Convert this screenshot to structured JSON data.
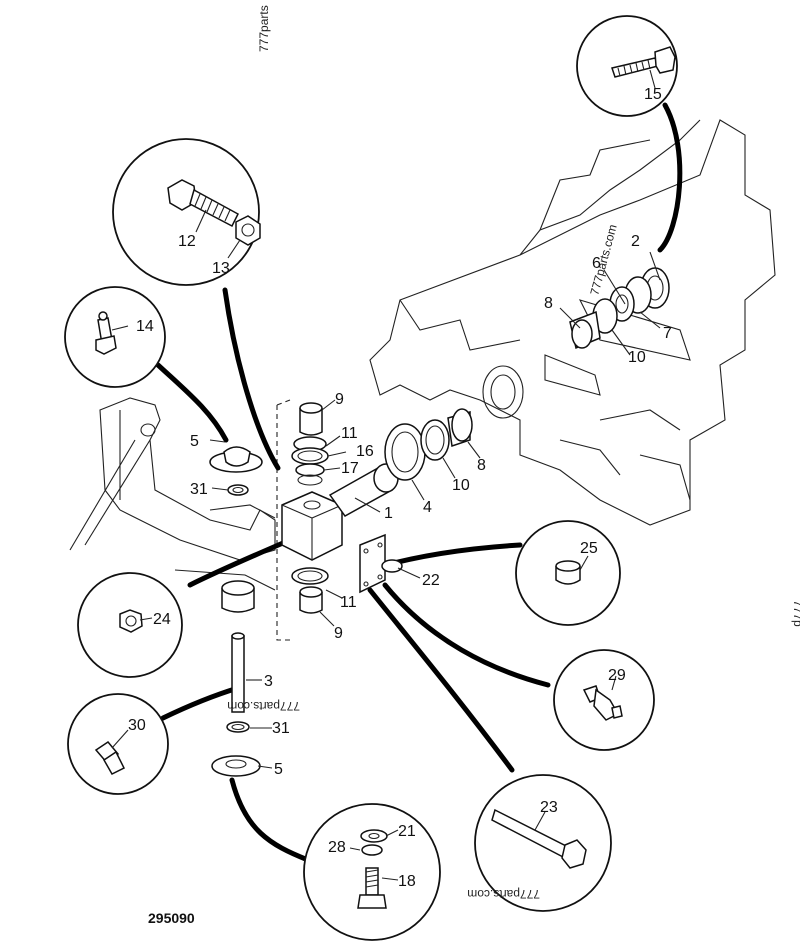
{
  "diagram": {
    "drawing_number": "295090",
    "watermarks": [
      "777parts",
      "777parts.com",
      "777parts.com",
      "777parts.com",
      "777p"
    ],
    "callouts": [
      {
        "id": "c1",
        "label": "1"
      },
      {
        "id": "c2",
        "label": "2"
      },
      {
        "id": "c3",
        "label": "3"
      },
      {
        "id": "c4",
        "label": "4"
      },
      {
        "id": "c5a",
        "label": "5"
      },
      {
        "id": "c5b",
        "label": "5"
      },
      {
        "id": "c6",
        "label": "6"
      },
      {
        "id": "c7",
        "label": "7"
      },
      {
        "id": "c8a",
        "label": "8"
      },
      {
        "id": "c8b",
        "label": "8"
      },
      {
        "id": "c9a",
        "label": "9"
      },
      {
        "id": "c9b",
        "label": "9"
      },
      {
        "id": "c10a",
        "label": "10"
      },
      {
        "id": "c10b",
        "label": "10"
      },
      {
        "id": "c11a",
        "label": "11"
      },
      {
        "id": "c11b",
        "label": "11"
      },
      {
        "id": "c12",
        "label": "12"
      },
      {
        "id": "c13",
        "label": "13"
      },
      {
        "id": "c14",
        "label": "14"
      },
      {
        "id": "c15",
        "label": "15"
      },
      {
        "id": "c16",
        "label": "16"
      },
      {
        "id": "c17",
        "label": "17"
      },
      {
        "id": "c18",
        "label": "18"
      },
      {
        "id": "c21",
        "label": "21"
      },
      {
        "id": "c22",
        "label": "22"
      },
      {
        "id": "c23",
        "label": "23"
      },
      {
        "id": "c24",
        "label": "24"
      },
      {
        "id": "c25",
        "label": "25"
      },
      {
        "id": "c28",
        "label": "28"
      },
      {
        "id": "c29",
        "label": "29"
      },
      {
        "id": "c30",
        "label": "30"
      },
      {
        "id": "c31a",
        "label": "31"
      },
      {
        "id": "c31b",
        "label": "31"
      }
    ]
  }
}
